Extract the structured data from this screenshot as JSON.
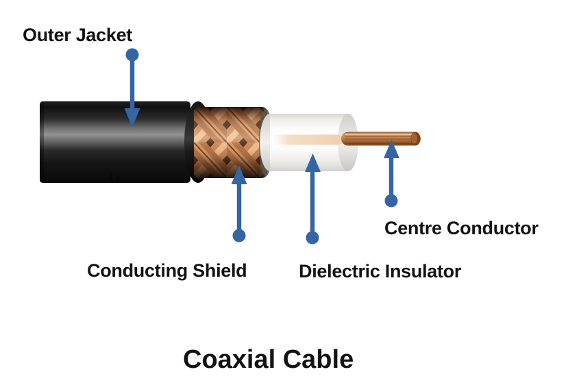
{
  "diagram": {
    "title": "Coaxial Cable",
    "labels": {
      "outer_jacket": "Outer Jacket",
      "conducting_shield": "Conducting Shield",
      "dielectric_insulator": "Dielectric Insulator",
      "centre_conductor": "Centre Conductor"
    },
    "colors": {
      "arrow_blue": "#3465a4",
      "label_text": "#131313",
      "background": "#ffffff",
      "jacket_black": "#141414",
      "jacket_highlight": "#8f8f8f",
      "shield_copper": "#c98756",
      "shield_copper_dark": "#3f200f",
      "shield_copper_highlight": "#eebc8e",
      "dielectric_white": "#fdfdfc",
      "conductor_copper": "#c08050",
      "conductor_tip_dark": "#7d431c",
      "inner_conductor_pale": "#efcfae"
    }
  }
}
